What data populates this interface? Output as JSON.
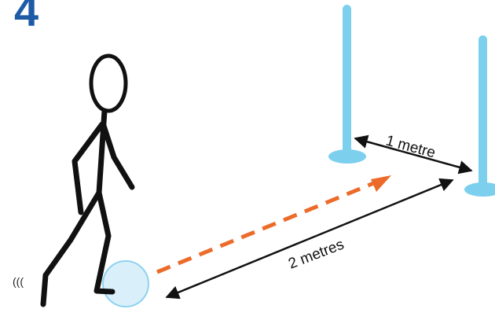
{
  "step": {
    "number": "4"
  },
  "labels": {
    "gap": "1 metre",
    "distance": "2 metres",
    "motion": "((("
  },
  "colors": {
    "step_number": "#1d5ba6",
    "pole": "#7cd0ee",
    "ball_fill": "#d9f0fb",
    "ball_stroke": "#8fd2ee",
    "pass_arrow": "#ec6b2a",
    "figure": "#111111"
  }
}
